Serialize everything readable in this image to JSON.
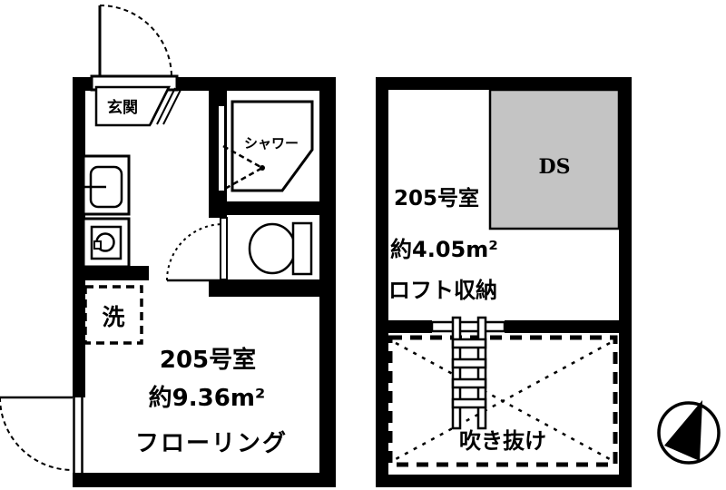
{
  "main_floor": {
    "entrance_label": "玄関",
    "shower_label": "シャワー",
    "laundry_label": "洗",
    "room_name": "205号室",
    "room_area": "約9.36m²",
    "floor_type": "フローリング"
  },
  "loft_floor": {
    "room_name": "205号室",
    "room_area": "約4.05m²",
    "storage_label": "ロフト収納",
    "duct_space_label": "DS",
    "void_label": "吹き抜け"
  },
  "colors": {
    "line": "#000000",
    "background": "#ffffff",
    "duct_space_fill": "#c4c4c4"
  }
}
